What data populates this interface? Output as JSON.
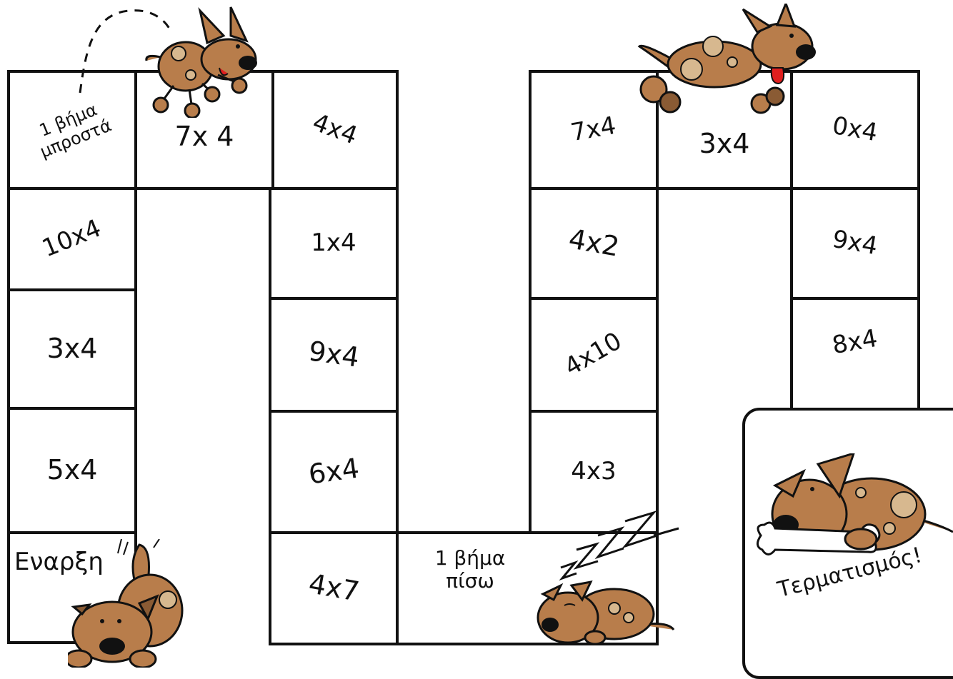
{
  "board": {
    "cells": [
      {
        "id": "cell-1-step-forward",
        "label": "1 βήμα μπροστά"
      },
      {
        "id": "cell-7x4-top",
        "label": "7x 4"
      },
      {
        "id": "cell-4x4",
        "label": "4x4"
      },
      {
        "id": "cell-10x4",
        "label": "10x4"
      },
      {
        "id": "cell-1x4",
        "label": "1x4"
      },
      {
        "id": "cell-3x4-left",
        "label": "3x4"
      },
      {
        "id": "cell-9x4-mid",
        "label": "9x4"
      },
      {
        "id": "cell-5x4",
        "label": "5x4"
      },
      {
        "id": "cell-6x4",
        "label": "6x4"
      },
      {
        "id": "cell-start",
        "label": "Εναρξη"
      },
      {
        "id": "cell-4x7",
        "label": "4x7"
      },
      {
        "id": "cell-1-step-back",
        "label": "1 βήμα πίσω"
      },
      {
        "id": "cell-7x4-right",
        "label": "7x4"
      },
      {
        "id": "cell-3x4-top",
        "label": "3x4"
      },
      {
        "id": "cell-0x4",
        "label": "0x4"
      },
      {
        "id": "cell-4x2",
        "label": "4x2"
      },
      {
        "id": "cell-9x4-right",
        "label": "9x4"
      },
      {
        "id": "cell-4x10",
        "label": "4x10"
      },
      {
        "id": "cell-8x4",
        "label": "8x4"
      },
      {
        "id": "cell-4x3",
        "label": "4x3"
      }
    ],
    "finish_label": "Τερματισμός!"
  },
  "icons": [
    "jumping-dog-icon",
    "running-dog-icon",
    "sitting-dog-icon",
    "sleeping-dog-icon",
    "dog-with-bone-icon"
  ],
  "colors": {
    "dog_body": "#b87d4b",
    "dog_spots": "#d7b88f",
    "tongue": "#e01f1f",
    "outline": "#111111"
  }
}
